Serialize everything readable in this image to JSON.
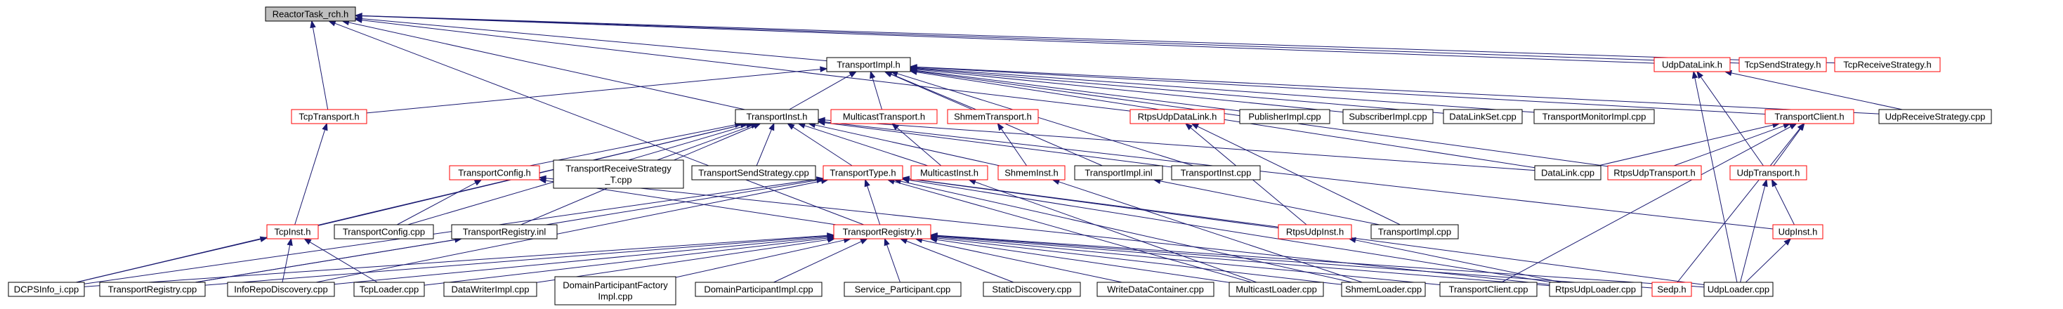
{
  "colors": {
    "edge": "#191970",
    "root_fill": "#bfbfbf",
    "normal_border": "#000000",
    "linked_border": "#ff0000",
    "node_fill": "#ffffff"
  },
  "nodes": [
    {
      "id": "reactor",
      "label": "ReactorTask_rch.h",
      "style": "root"
    },
    {
      "id": "timpl",
      "label": "TransportImpl.h",
      "style": "normal"
    },
    {
      "id": "udpdl",
      "label": "UdpDataLink.h",
      "style": "linked"
    },
    {
      "id": "tcpss",
      "label": "TcpSendStrategy.h",
      "style": "linked"
    },
    {
      "id": "tcprs",
      "label": "TcpReceiveStrategy.h",
      "style": "linked"
    },
    {
      "id": "tcptr",
      "label": "TcpTransport.h",
      "style": "linked"
    },
    {
      "id": "tinst",
      "label": "TransportInst.h",
      "style": "normal"
    },
    {
      "id": "mcast",
      "label": "MulticastTransport.h",
      "style": "linked"
    },
    {
      "id": "shmtr",
      "label": "ShmemTransport.h",
      "style": "linked"
    },
    {
      "id": "rtpsdl",
      "label": "RtpsUdpDataLink.h",
      "style": "linked"
    },
    {
      "id": "pubimpl",
      "label": "PublisherImpl.cpp",
      "style": "normal"
    },
    {
      "id": "subimpl",
      "label": "SubscriberImpl.cpp",
      "style": "normal"
    },
    {
      "id": "dlset",
      "label": "DataLinkSet.cpp",
      "style": "normal"
    },
    {
      "id": "tmon",
      "label": "TransportMonitorImpl.cpp",
      "style": "normal"
    },
    {
      "id": "tclient",
      "label": "TransportClient.h",
      "style": "linked"
    },
    {
      "id": "udprs",
      "label": "UdpReceiveStrategy.cpp",
      "style": "normal"
    },
    {
      "id": "tconf",
      "label": "TransportConfig.h",
      "style": "linked"
    },
    {
      "id": "trst",
      "label": "TransportReceiveStrategy\n_T.cpp",
      "style": "normal"
    },
    {
      "id": "tss",
      "label": "TransportSendStrategy.cpp",
      "style": "normal"
    },
    {
      "id": "ttype",
      "label": "TransportType.h",
      "style": "linked"
    },
    {
      "id": "minst",
      "label": "MulticastInst.h",
      "style": "linked"
    },
    {
      "id": "shinst",
      "label": "ShmemInst.h",
      "style": "linked"
    },
    {
      "id": "timplinl",
      "label": "TransportImpl.inl",
      "style": "normal"
    },
    {
      "id": "tinstcpp",
      "label": "TransportInst.cpp",
      "style": "normal"
    },
    {
      "id": "dlcpp",
      "label": "DataLink.cpp",
      "style": "normal"
    },
    {
      "id": "rtpstr",
      "label": "RtpsUdpTransport.h",
      "style": "linked"
    },
    {
      "id": "udptr",
      "label": "UdpTransport.h",
      "style": "linked"
    },
    {
      "id": "tcpinst",
      "label": "TcpInst.h",
      "style": "linked"
    },
    {
      "id": "tconfcpp",
      "label": "TransportConfig.cpp",
      "style": "normal"
    },
    {
      "id": "tregi",
      "label": "TransportRegistry.inl",
      "style": "normal"
    },
    {
      "id": "treg",
      "label": "TransportRegistry.h",
      "style": "linked"
    },
    {
      "id": "rtpsinst",
      "label": "RtpsUdpInst.h",
      "style": "linked"
    },
    {
      "id": "timplcpp",
      "label": "TransportImpl.cpp",
      "style": "normal"
    },
    {
      "id": "udpinst",
      "label": "UdpInst.h",
      "style": "linked"
    },
    {
      "id": "dcps",
      "label": "DCPSInfo_i.cpp",
      "style": "normal"
    },
    {
      "id": "tregcpp",
      "label": "TransportRegistry.cpp",
      "style": "normal"
    },
    {
      "id": "irdisc",
      "label": "InfoRepoDiscovery.cpp",
      "style": "normal"
    },
    {
      "id": "tcpld",
      "label": "TcpLoader.cpp",
      "style": "normal"
    },
    {
      "id": "dwimpl",
      "label": "DataWriterImpl.cpp",
      "style": "normal"
    },
    {
      "id": "dpfact",
      "label": "DomainParticipantFactory\nImpl.cpp",
      "style": "normal"
    },
    {
      "id": "dpimpl",
      "label": "DomainParticipantImpl.cpp",
      "style": "normal"
    },
    {
      "id": "svcp",
      "label": "Service_Participant.cpp",
      "style": "normal"
    },
    {
      "id": "sdisc",
      "label": "StaticDiscovery.cpp",
      "style": "normal"
    },
    {
      "id": "wdc",
      "label": "WriteDataContainer.cpp",
      "style": "normal"
    },
    {
      "id": "mcld",
      "label": "MulticastLoader.cpp",
      "style": "normal"
    },
    {
      "id": "shld",
      "label": "ShmemLoader.cpp",
      "style": "normal"
    },
    {
      "id": "tccpp",
      "label": "TransportClient.cpp",
      "style": "normal"
    },
    {
      "id": "rtpsld",
      "label": "RtpsUdpLoader.cpp",
      "style": "normal"
    },
    {
      "id": "sedp",
      "label": "Sedp.h",
      "style": "linked"
    },
    {
      "id": "udpld",
      "label": "UdpLoader.cpp",
      "style": "normal"
    }
  ],
  "edges": [
    [
      "timpl",
      "reactor"
    ],
    [
      "udpdl",
      "reactor"
    ],
    [
      "tcpss",
      "reactor"
    ],
    [
      "tcprs",
      "reactor"
    ],
    [
      "tcptr",
      "reactor"
    ],
    [
      "tinst",
      "reactor"
    ],
    [
      "rtpsdl",
      "reactor"
    ],
    [
      "treg",
      "reactor"
    ],
    [
      "tinst",
      "timpl"
    ],
    [
      "tcptr",
      "timpl"
    ],
    [
      "mcast",
      "timpl"
    ],
    [
      "shmtr",
      "timpl"
    ],
    [
      "pubimpl",
      "timpl"
    ],
    [
      "subimpl",
      "timpl"
    ],
    [
      "dlset",
      "timpl"
    ],
    [
      "tmon",
      "timpl"
    ],
    [
      "tclient",
      "timpl"
    ],
    [
      "udprs",
      "timpl"
    ],
    [
      "tinstcpp",
      "timpl"
    ],
    [
      "dlcpp",
      "timpl"
    ],
    [
      "rtpstr",
      "timpl"
    ],
    [
      "timplinl",
      "timpl"
    ],
    [
      "udprs",
      "udpdl"
    ],
    [
      "udptr",
      "udpdl"
    ],
    [
      "udpld",
      "udpdl"
    ],
    [
      "tcpinst",
      "tcptr"
    ],
    [
      "tconf",
      "tinst"
    ],
    [
      "trst",
      "tinst"
    ],
    [
      "tss",
      "tinst"
    ],
    [
      "ttype",
      "tinst"
    ],
    [
      "minst",
      "tinst"
    ],
    [
      "shinst",
      "tinst"
    ],
    [
      "tinstcpp",
      "tinst"
    ],
    [
      "dlcpp",
      "tinst"
    ],
    [
      "udpinst",
      "tinst"
    ],
    [
      "tcpinst",
      "tinst"
    ],
    [
      "dcps",
      "tinst"
    ],
    [
      "tconfcpp",
      "tinst"
    ],
    [
      "tregi",
      "tinst"
    ],
    [
      "shinst",
      "shmtr"
    ],
    [
      "minst",
      "mcast"
    ],
    [
      "rtpsinst",
      "rtpsdl"
    ],
    [
      "timplcpp",
      "rtpsdl"
    ],
    [
      "dlcpp",
      "tclient"
    ],
    [
      "rtpstr",
      "tclient"
    ],
    [
      "udptr",
      "tclient"
    ],
    [
      "tccpp",
      "tclient"
    ],
    [
      "sedp",
      "tclient"
    ],
    [
      "udpinst",
      "udptr"
    ],
    [
      "udpld",
      "udptr"
    ],
    [
      "tconfcpp",
      "tconf"
    ],
    [
      "treg",
      "tconf"
    ],
    [
      "rtpsld",
      "tconf"
    ],
    [
      "treg",
      "ttype"
    ],
    [
      "dcps",
      "ttype"
    ],
    [
      "tregcpp",
      "ttype"
    ],
    [
      "irdisc",
      "ttype"
    ],
    [
      "mcld",
      "ttype"
    ],
    [
      "shld",
      "ttype"
    ],
    [
      "rtpsld",
      "ttype"
    ],
    [
      "udpld",
      "ttype"
    ],
    [
      "rtpsinst",
      "ttype"
    ],
    [
      "mcld",
      "minst"
    ],
    [
      "shld",
      "shinst"
    ],
    [
      "timplcpp",
      "timplinl"
    ],
    [
      "rtpsld",
      "rtpsinst"
    ],
    [
      "udpld",
      "udpinst"
    ],
    [
      "dcps",
      "tcpinst"
    ],
    [
      "irdisc",
      "tcpinst"
    ],
    [
      "tcpld",
      "tcpinst"
    ],
    [
      "tregcpp",
      "tregi"
    ],
    [
      "dcps",
      "treg"
    ],
    [
      "tregcpp",
      "treg"
    ],
    [
      "irdisc",
      "treg"
    ],
    [
      "tcpld",
      "treg"
    ],
    [
      "dwimpl",
      "treg"
    ],
    [
      "dpfact",
      "treg"
    ],
    [
      "dpimpl",
      "treg"
    ],
    [
      "svcp",
      "treg"
    ],
    [
      "sdisc",
      "treg"
    ],
    [
      "wdc",
      "treg"
    ],
    [
      "mcld",
      "treg"
    ],
    [
      "shld",
      "treg"
    ],
    [
      "tccpp",
      "treg"
    ],
    [
      "rtpsld",
      "treg"
    ],
    [
      "sedp",
      "treg"
    ],
    [
      "udpld",
      "treg"
    ]
  ]
}
